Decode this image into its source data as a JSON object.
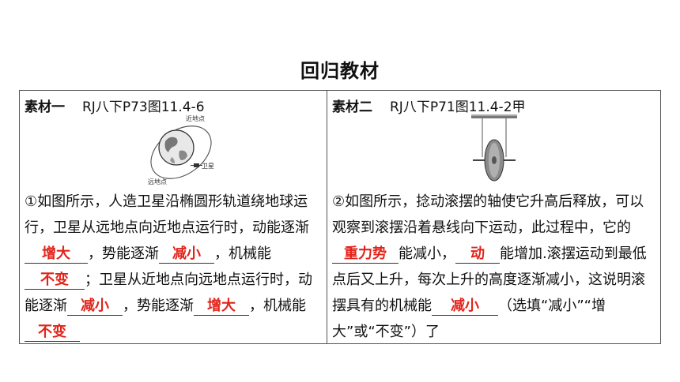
{
  "page": {
    "title": "回归教材"
  },
  "materials": [
    {
      "tag": "素材一",
      "ref": "RJ八下P73图11.4-6",
      "figure_labels": {
        "perigee": "近地点",
        "satellite": "卫星",
        "apogee": "远地点"
      },
      "text": {
        "p1": "①如图所示，人造卫星沿椭圆形轨道绕地球运行，卫星从远地点向近地点运行时，动能逐渐",
        "a1": "增大",
        "p2": "，势能逐渐",
        "a2": "减小",
        "p3": "，机械能",
        "a3": "不变",
        "p4": "；卫星从近地点向远地点运行时，动能逐渐",
        "a4": "减小",
        "p5": "，势能逐渐",
        "a5": "增大",
        "p6": "，机械能",
        "a6": "不变"
      }
    },
    {
      "tag": "素材二",
      "ref": "RJ八下P71图11.4-2甲",
      "text": {
        "p1": "②如图所示，捻动滚摆的轴使它升高后释放，可以观察到滚摆沿着悬线向下运动，此过程中，它的",
        "a1": "重力势",
        "p2": "能减小，",
        "a2": "动",
        "p3": "能增加.滚摆运动到最低点后又上升，每次上升的高度逐渐减小，这说明滚摆具有的机械能",
        "a3": "减小",
        "p4": "（选填“减小”“增大”或“不变”）了"
      }
    }
  ],
  "colors": {
    "answer": "#e2231a",
    "border": "#555555"
  }
}
